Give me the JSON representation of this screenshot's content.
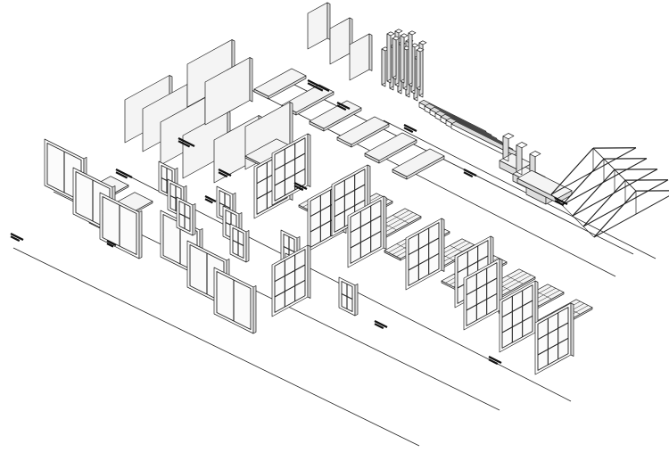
{
  "colors": {
    "background": "#ffffff",
    "line": "#222222",
    "face": "#f4f4f4",
    "face_dark": "#dcdcdc",
    "label": "#111111"
  },
  "groups": {
    "doors": 6,
    "windows": 9,
    "wall_panels": 8,
    "floor_slabs": 6,
    "glazed_slabs": 9,
    "curtain_walls": 8,
    "columns": 14,
    "beams": 7,
    "footings": 3,
    "roof_truss": 1
  }
}
